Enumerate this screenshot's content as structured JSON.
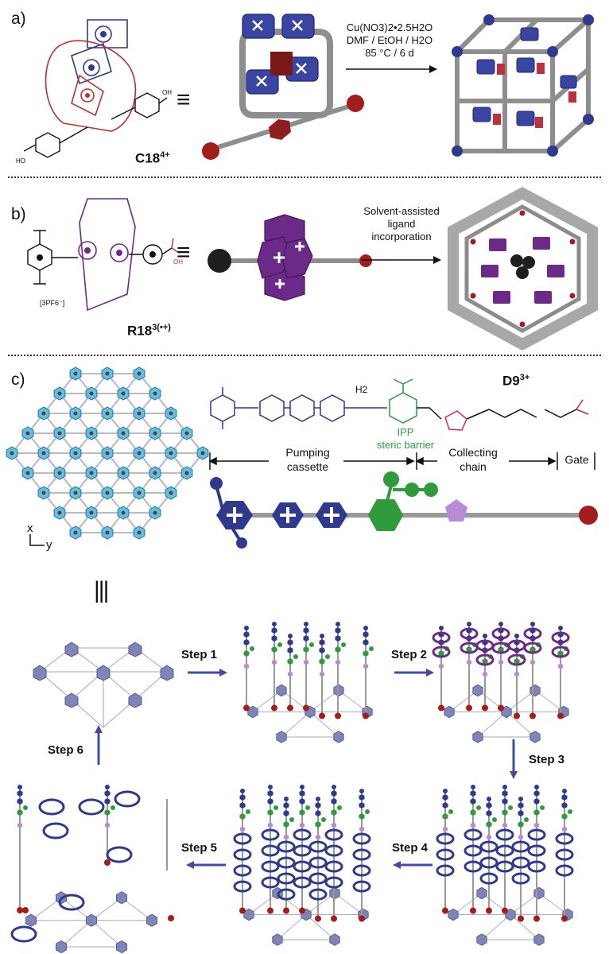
{
  "panel_a": {
    "label": "a)",
    "compound": "C18",
    "compound_charge": "4+",
    "equiv": "≡",
    "conditions": [
      "Cu(NO3)2•2.5H2O",
      "DMF / EtOH / H2O",
      "85 °C / 6 d"
    ]
  },
  "panel_b": {
    "label": "b)",
    "compound": "R18",
    "compound_charge": "3(•+)",
    "counterion": "[3PF6⁻]",
    "equiv": "≡",
    "process": [
      "Solvent-assisted",
      "ligand",
      "incorporation"
    ]
  },
  "panel_c": {
    "label": "c)",
    "axis_x": "x",
    "axis_y": "y",
    "compound": "D9",
    "compound_charge": "3+",
    "ipp": "IPP",
    "ipp_sub": "steric barrier",
    "h2": "H2",
    "seg_pumping": [
      "Pumping",
      "cassette"
    ],
    "seg_collecting": [
      "Collecting",
      "chain"
    ],
    "seg_gate": "Gate",
    "equiv_vertical": "|||",
    "steps": [
      "Step 1",
      "Step 2",
      "Step 3",
      "Step 4",
      "Step 5",
      "Step 6"
    ]
  },
  "colors": {
    "blue": "#2e3a8c",
    "red": "#a31d1d",
    "purple": "#6b2a87",
    "green": "#2f9b3c",
    "lilac": "#b88bd6",
    "cyan": "#59c4e6",
    "grey": "#9a9a9a"
  }
}
